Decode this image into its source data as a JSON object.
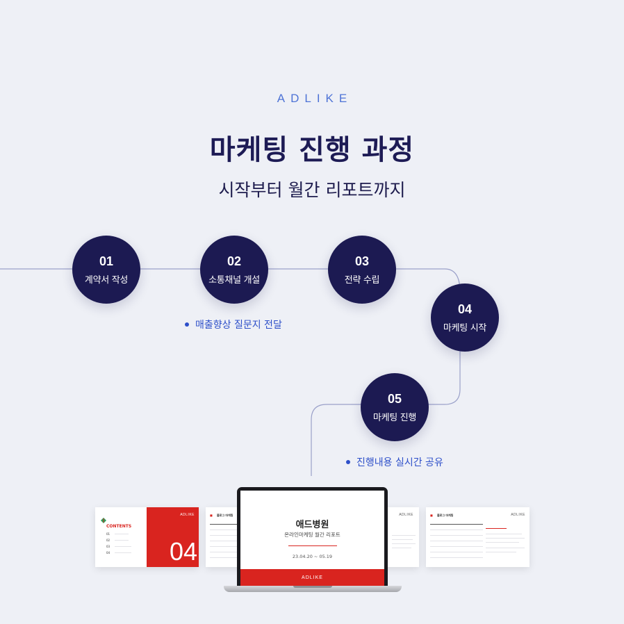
{
  "header": {
    "brand": "ADLIKE",
    "title": "마케팅 진행 과정",
    "subtitle": "시작부터 월간 리포트까지"
  },
  "steps": [
    {
      "num": "01",
      "label": "계약서 작성"
    },
    {
      "num": "02",
      "label": "소통채널 개설"
    },
    {
      "num": "03",
      "label": "전략 수립"
    },
    {
      "num": "04",
      "label": "마케팅 시작"
    },
    {
      "num": "05",
      "label": "마케팅 진행"
    }
  ],
  "notes": {
    "step2": "매출향상 질문지 전달",
    "step5": "진행내용 실시간 공유"
  },
  "colors": {
    "background": "#eef0f6",
    "circle": "#1c1a52",
    "accent": "#4e73d6",
    "note": "#2d4fc9",
    "report_red": "#d9241f"
  },
  "slides": {
    "contents": {
      "heading": "CONTENTS",
      "items": [
        "01",
        "02",
        "03",
        "04"
      ],
      "big_number": "04",
      "logo": "ADLIKE"
    },
    "blog": {
      "heading": "블로그 마케팅",
      "logo": "ADLIKE"
    },
    "blog2": {
      "heading": "블로그 마케팅",
      "logo": "ADLIKE"
    }
  },
  "laptop": {
    "title": "애드병원",
    "subtitle": "온라인마케팅 월간 리포트",
    "date": "23.04.20 ~ 05.19",
    "logo": "ADLIKE"
  }
}
